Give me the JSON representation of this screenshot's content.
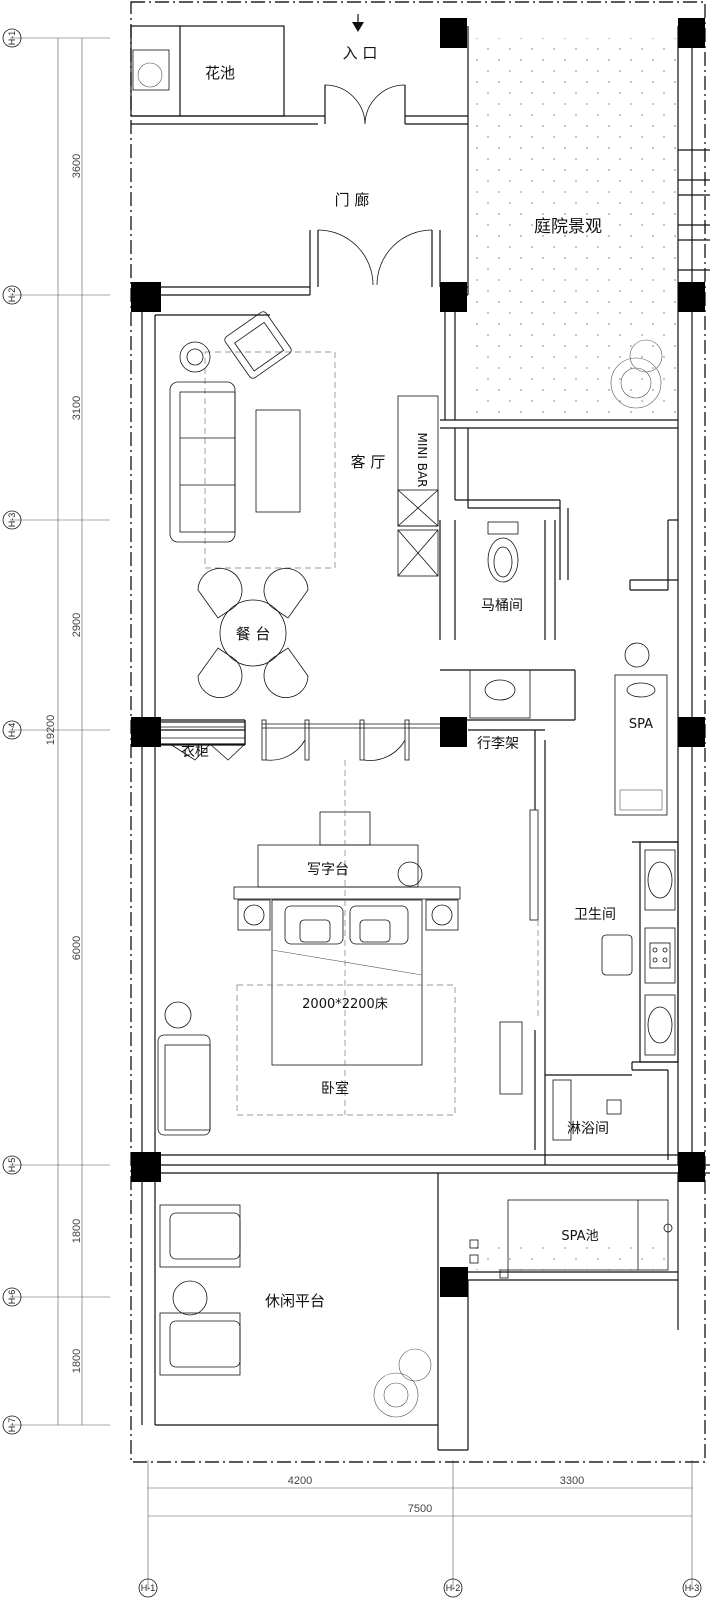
{
  "rooms": {
    "entrance": "入 口",
    "planter": "花池",
    "porch": "门 廊",
    "courtyard": "庭院景观",
    "living": "客 厅",
    "minibar": "MINI BAR",
    "dining": "餐 台",
    "toilet": "马桶间",
    "wardrobe": "衣柜",
    "luggage": "行李架",
    "spa": "SPA",
    "desk": "写字台",
    "bathroom": "卫生间",
    "bed": "2000*2200床",
    "bedroom": "卧室",
    "shower": "淋浴间",
    "spa_pool": "SPA池",
    "terrace": "休闲平台"
  },
  "dimensions": {
    "vertical": [
      "3600",
      "3100",
      "2900",
      "6000",
      "1800",
      "1800"
    ],
    "vertical_total": "19200",
    "horizontal": [
      "4200",
      "3300"
    ],
    "horizontal_total": "7500"
  },
  "axis_labels": {
    "rows": [
      "H-1",
      "H-2",
      "H-3",
      "H-4",
      "H-5",
      "H-6",
      "H-7"
    ],
    "cols": [
      "H-1",
      "H-2",
      "H-3"
    ]
  }
}
